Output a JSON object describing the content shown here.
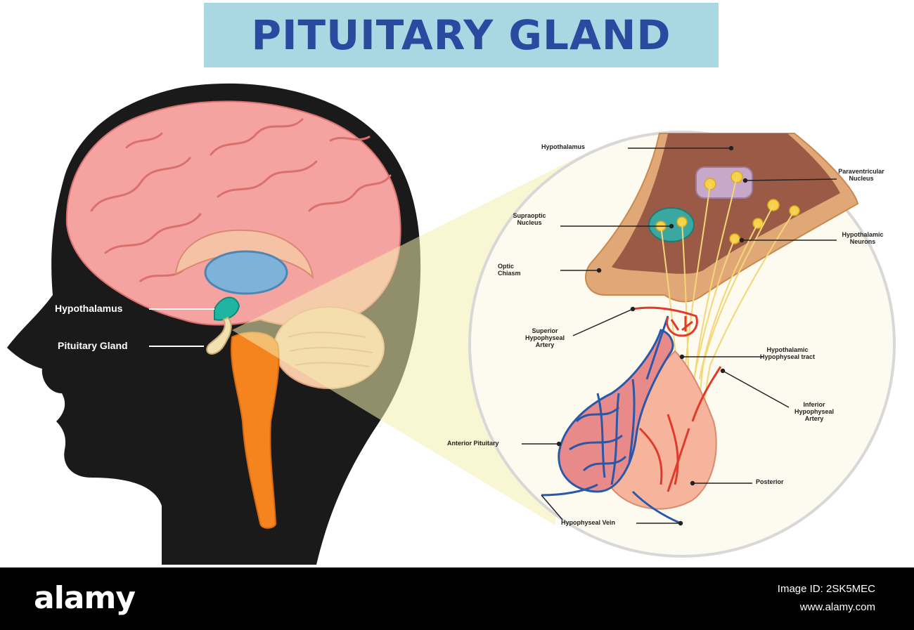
{
  "title": "PITUITARY GLAND",
  "left_labels": {
    "hypothalamus": "Hypothalamus",
    "pituitary_gland": "Pituitary Gland"
  },
  "zoom_labels": {
    "hypothalamus": "Hypothalamus",
    "paraventricular_nucleus": "Paraventricular Nucleus",
    "supraoptic_nucleus": "Supraoptic Nucleus",
    "hypothalamic_neurons": "Hypothalamic Neurons",
    "optic_chiasm": "Optic Chiasm",
    "superior_hypophyseal_artery": "Superior Hypophyseal Artery",
    "hypothalamic_hypophyseal_tract": "Hypothalamic Hypophyseal tract",
    "inferior_hypophyseal_artery": "Inferior Hypophyseal Artery",
    "anterior_pituitary": "Anterior Pituitary",
    "posterior": "Posterior",
    "hypophyseal_vein": "Hypophyseal Vein"
  },
  "footer": {
    "brand": "alamy",
    "image_id": "Image ID: 2SK5MEC",
    "site": "www.alamy.com"
  },
  "colors": {
    "banner": "#a9d8e2",
    "title": "#2a4aa0",
    "brain": "#f4a3a0",
    "spine": "#f5841f",
    "hypothalamus_green": "#1fb5a0",
    "vein_blue": "#2a58a8",
    "artery_red": "#e03a2a",
    "neuron_yellow": "#f6d24a"
  }
}
